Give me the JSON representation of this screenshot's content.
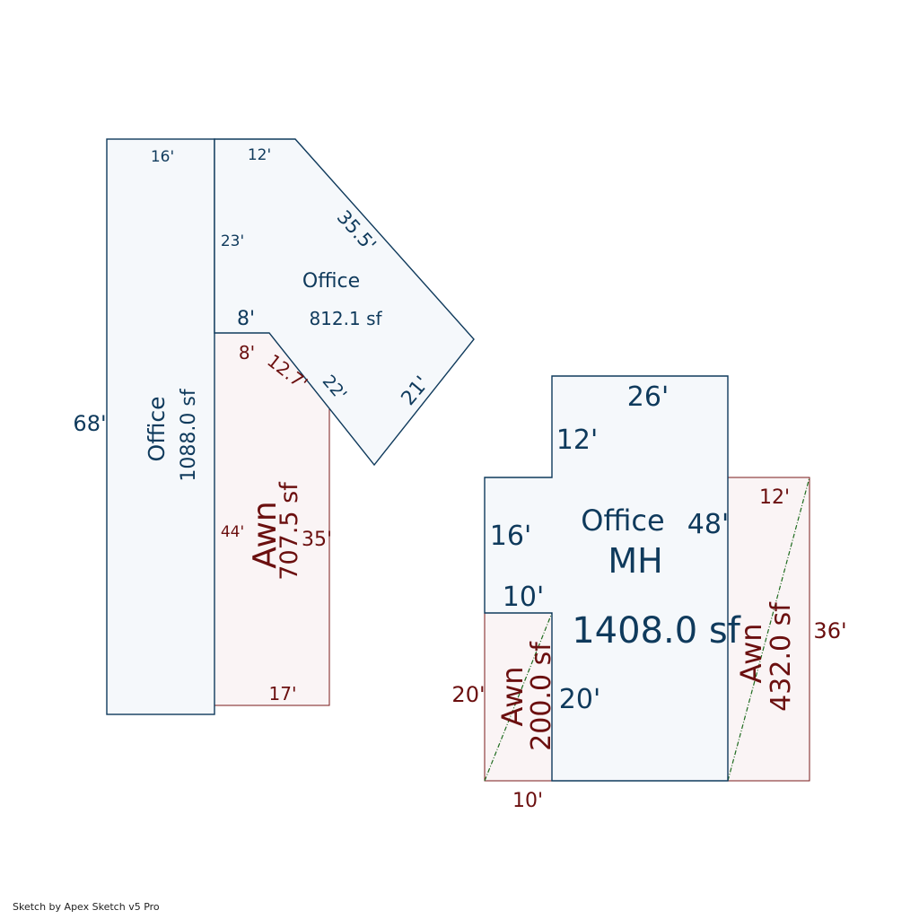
{
  "footer": "Sketch by Apex Sketch v5 Pro",
  "colors": {
    "office_stroke": "#0f3a5c",
    "awning_text": "#6b0f0f",
    "diagonal": "#1e6b1e"
  },
  "areas": {
    "office_left": {
      "name": "Office",
      "area": "1088.0 sf",
      "dims": {
        "top": "16'",
        "side": "68'"
      }
    },
    "office_angled": {
      "name": "Office",
      "area": "812.1 sf",
      "dims": {
        "top": "12'",
        "inner": "23'",
        "diag_upper": "35.5'",
        "diag_lower": "21'",
        "step": "8'",
        "inner_diag": "22'"
      }
    },
    "awn_left": {
      "name": "Awn",
      "area": "707.5 sf",
      "dims": {
        "step": "8'",
        "diag": "12.7'",
        "left": "44'",
        "right": "35'",
        "bottom": "17'"
      }
    },
    "office_mh": {
      "name": "Office",
      "sub": "MH",
      "area": "1408.0 sf",
      "dims": {
        "top": "26'",
        "upper_step": "12'",
        "left_upper": "16'",
        "right": "48'",
        "step": "10'",
        "left_lower": "20'"
      }
    },
    "awn_mid": {
      "name": "Awn",
      "area": "200.0 sf",
      "dims": {
        "left": "20'",
        "bottom": "10'"
      }
    },
    "awn_right": {
      "name": "Awn",
      "area": "432.0 sf",
      "dims": {
        "top": "12'",
        "right": "36'"
      }
    }
  }
}
